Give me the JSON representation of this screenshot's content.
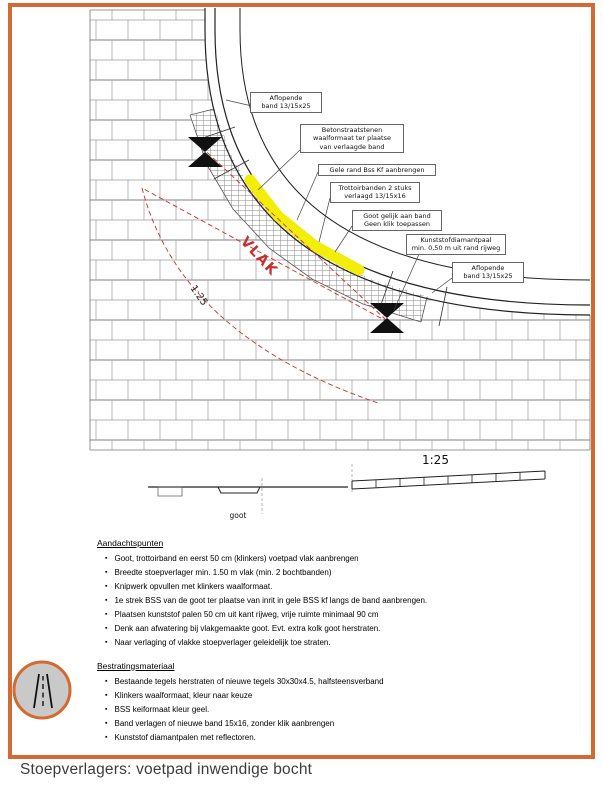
{
  "page": {
    "title": "Stoepverlagers: voetpad inwendige bocht"
  },
  "drawing": {
    "vlak_label": "VLAK",
    "plan_scale": "1:25",
    "section_scale": "1:25",
    "goot_label": "goot",
    "colors": {
      "accent_border": "#d46a33",
      "highlight_yellow": "#f2ee0a",
      "construction_red": "#c62f2f"
    },
    "callouts": [
      {
        "label": "Aflopende\nband 13/15x25"
      },
      {
        "label": "Betonstraatstenen\nwaalformaat ter plaatse\nvan verlaagde band"
      },
      {
        "label": "Gele rand Bss Kf aanbrengen"
      },
      {
        "label": "Trottoirbanden 2 stuks\nverlaagd 13/15x16"
      },
      {
        "label": "Goot gelijk aan band\nGeen klik toepassen"
      },
      {
        "label": "Kunststofdiamantpaal\nmin. 0,50 m uit rand rijweg"
      },
      {
        "label": "Aflopende\nband 13/15x25"
      }
    ]
  },
  "notes": {
    "bullet_char": "▪",
    "aandachtspunten": {
      "heading": "Aandachtspunten",
      "items": [
        "Goot, trottoirband en eerst 50 cm (klinkers) voetpad vlak aanbrengen",
        "Breedte stoepverlager min. 1.50 m vlak (min. 2 bochtbanden)",
        "Knipwerk opvullen met klinkers waalformaat.",
        "1e strek BSS van de goot ter plaatse van inrit in gele BSS kf langs de band aanbrengen.",
        "Plaatsen kunststof palen 50 cm uit kant rijweg, vrije ruimte minimaal 90 cm",
        "Denk aan afwatering bij vlakgemaakte goot. Evt. extra kolk goot herstraten.",
        "Naar verlaging of vlakke stoepverlager geleidelijk toe straten."
      ]
    },
    "bestratingsmateriaal": {
      "heading": "Bestratingsmateriaal",
      "items": [
        "Bestaande tegels herstraten of nieuwe tegels 30x30x4.5, halfsteensverband",
        "Klinkers waalformaat, kleur naar keuze",
        "BSS keiformaat kleur geel.",
        "Band verlagen of nieuwe band 15x16, zonder klik aanbrengen",
        "Kunststof diamantpalen met reflectoren."
      ]
    }
  }
}
